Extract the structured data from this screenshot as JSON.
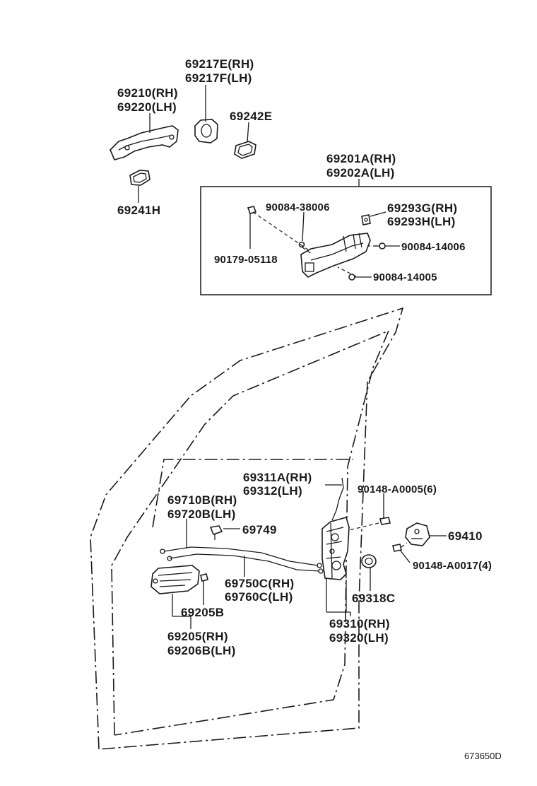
{
  "parts": {
    "p69217": {
      "line1": "69217E(RH)",
      "line2": "69217F(LH)"
    },
    "p69210": {
      "line1": "69210(RH)",
      "line2": "69220(LH)"
    },
    "p69242E": "69242E",
    "p69241H": "69241H",
    "p69201": {
      "line1": "69201A(RH)",
      "line2": "69202A(LH)"
    },
    "p90084_38006": "90084-38006",
    "p69293": {
      "line1": "69293G(RH)",
      "line2": "69293H(LH)"
    },
    "p90084_14006": "90084-14006",
    "p90179_05118": "90179-05118",
    "p90084_14005": "90084-14005",
    "p69311": {
      "line1": "69311A(RH)",
      "line2": "69312(LH)"
    },
    "p90148_A0005": "90148-A0005(6)",
    "p69710": {
      "line1": "69710B(RH)",
      "line2": "69720B(LH)"
    },
    "p69749": "69749",
    "p69410": "69410",
    "p90148_A0017": "90148-A0017(4)",
    "p69750": {
      "line1": "69750C(RH)",
      "line2": "69760C(LH)"
    },
    "p69318C": "69318C",
    "p69205B": "69205B",
    "p69310": {
      "line1": "69310(RH)",
      "line2": "69320(LH)"
    },
    "p69205": {
      "line1": "69205(RH)",
      "line2": "69206B(LH)"
    }
  },
  "diagram_code": "673650D"
}
